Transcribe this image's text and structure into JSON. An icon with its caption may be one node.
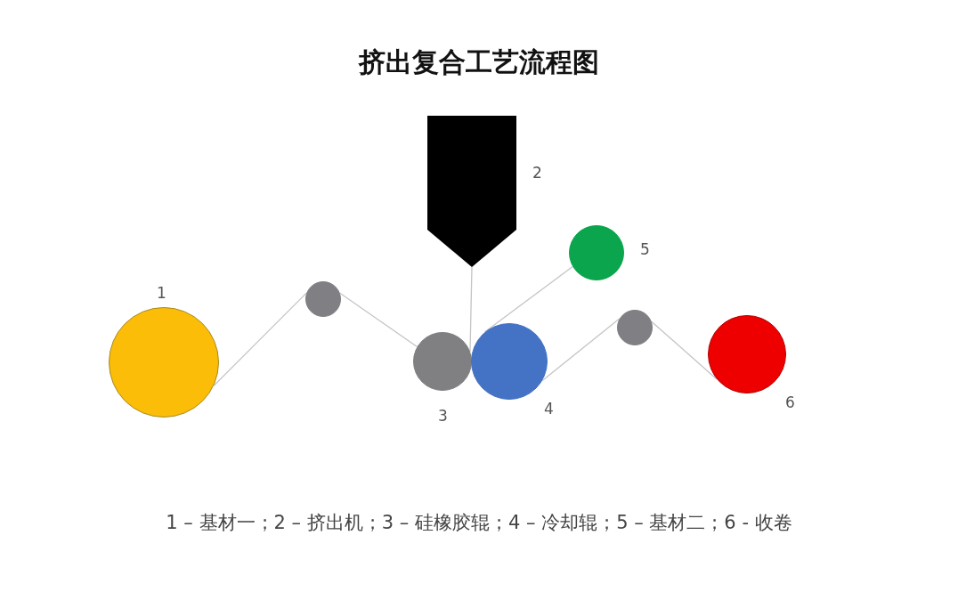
{
  "diagram": {
    "title": "挤出复合工艺流程图",
    "nodes": [
      {
        "text": [],
        "shape": "circle",
        "beside": [
          "1"
        ]
      },
      {
        "text": [],
        "shape": "circle"
      },
      {
        "text": [],
        "shape": "pentagon",
        "beside": [
          "2"
        ]
      },
      {
        "text": [],
        "shape": "circle",
        "beside": [
          "3"
        ]
      },
      {
        "text": [],
        "shape": "circle",
        "beside": [
          "4"
        ]
      },
      {
        "text": [],
        "shape": "circle",
        "beside": [
          "5"
        ]
      },
      {
        "text": [],
        "shape": "circle"
      },
      {
        "text": [],
        "shape": "circle",
        "beside": [
          "6"
        ]
      }
    ],
    "edges": [
      {
        "from": 0,
        "to": 1,
        "arrow": "none"
      },
      {
        "from": 1,
        "to": 3,
        "arrow": "none"
      },
      {
        "from": 2,
        "to": 3,
        "arrow": "none"
      },
      {
        "from": 5,
        "to": 4,
        "arrow": "none"
      },
      {
        "from": 4,
        "to": 6,
        "arrow": "none"
      },
      {
        "from": 6,
        "to": 7,
        "arrow": "none"
      }
    ],
    "labels": [
      "1 – 基材一；2 – 挤出机；3 – 硅橡胶辊；4 – 冷却辊；5 – 基材二；6 - 收卷"
    ]
  }
}
